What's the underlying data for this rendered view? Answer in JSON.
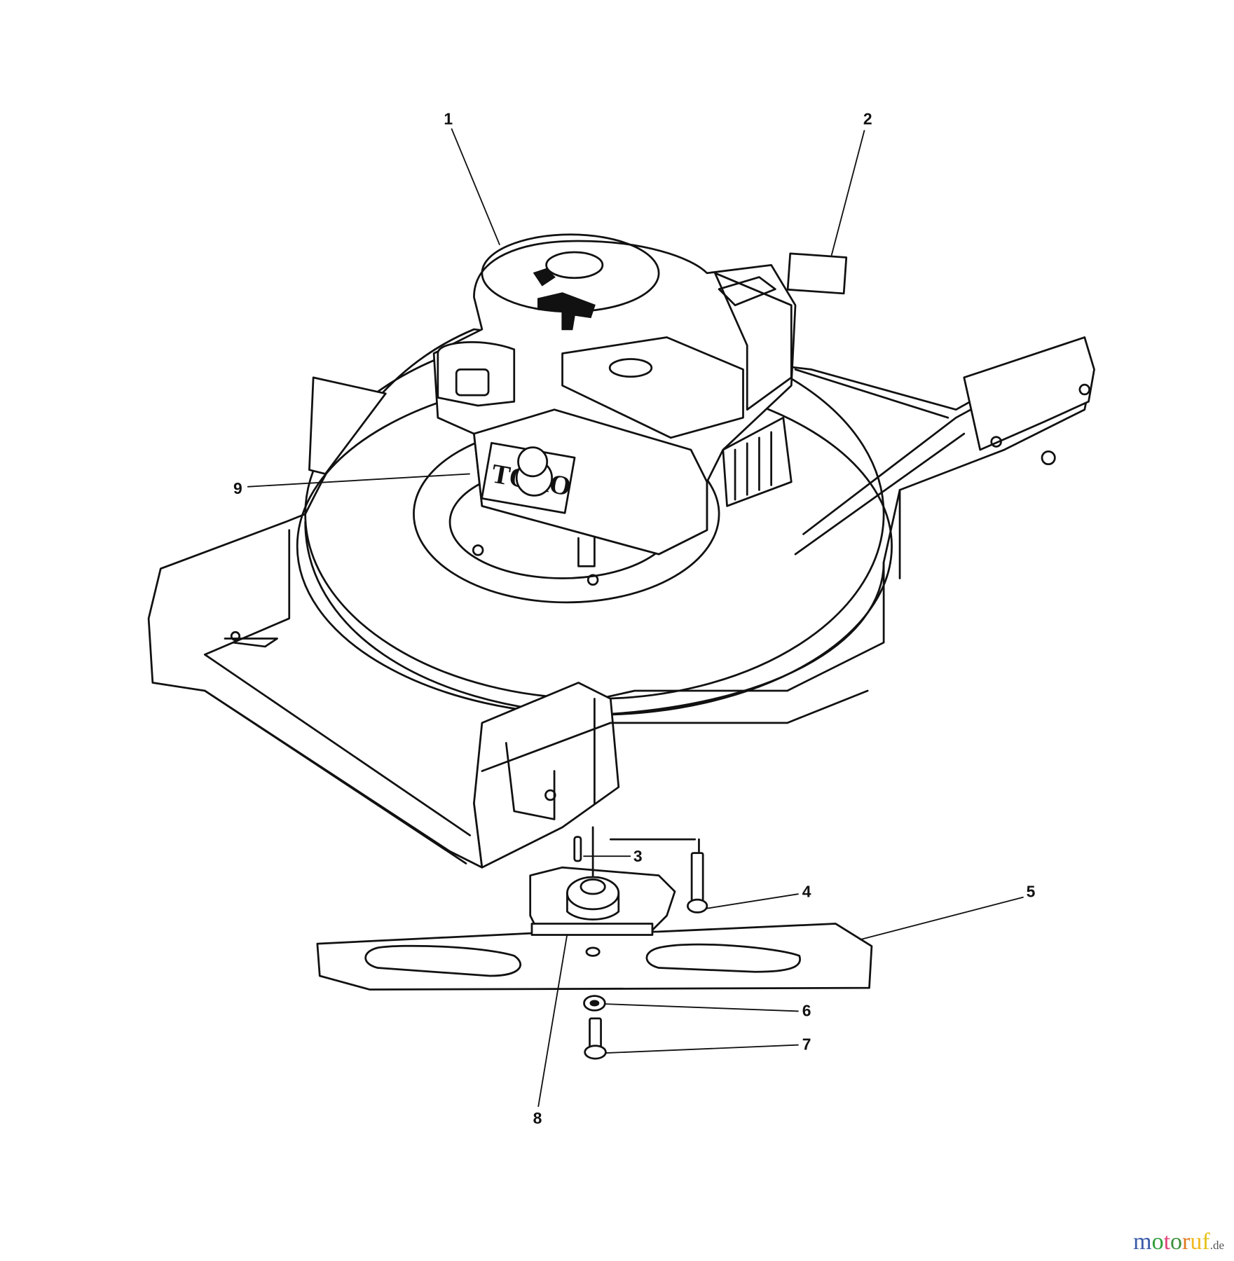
{
  "diagram": {
    "engine_brand": "TORO",
    "callouts": [
      {
        "label": "1"
      },
      {
        "label": "2"
      },
      {
        "label": "3"
      },
      {
        "label": "4"
      },
      {
        "label": "5"
      },
      {
        "label": "6"
      },
      {
        "label": "7"
      },
      {
        "label": "8"
      },
      {
        "label": "9"
      }
    ]
  },
  "watermark": {
    "text": "motoruf",
    "suffix": ".de",
    "colors": [
      "#3b5ba9",
      "#2f9e3a",
      "#e0457b",
      "#3b8f3b",
      "#e07a22",
      "#f2b81c",
      "#e6c21a"
    ]
  }
}
